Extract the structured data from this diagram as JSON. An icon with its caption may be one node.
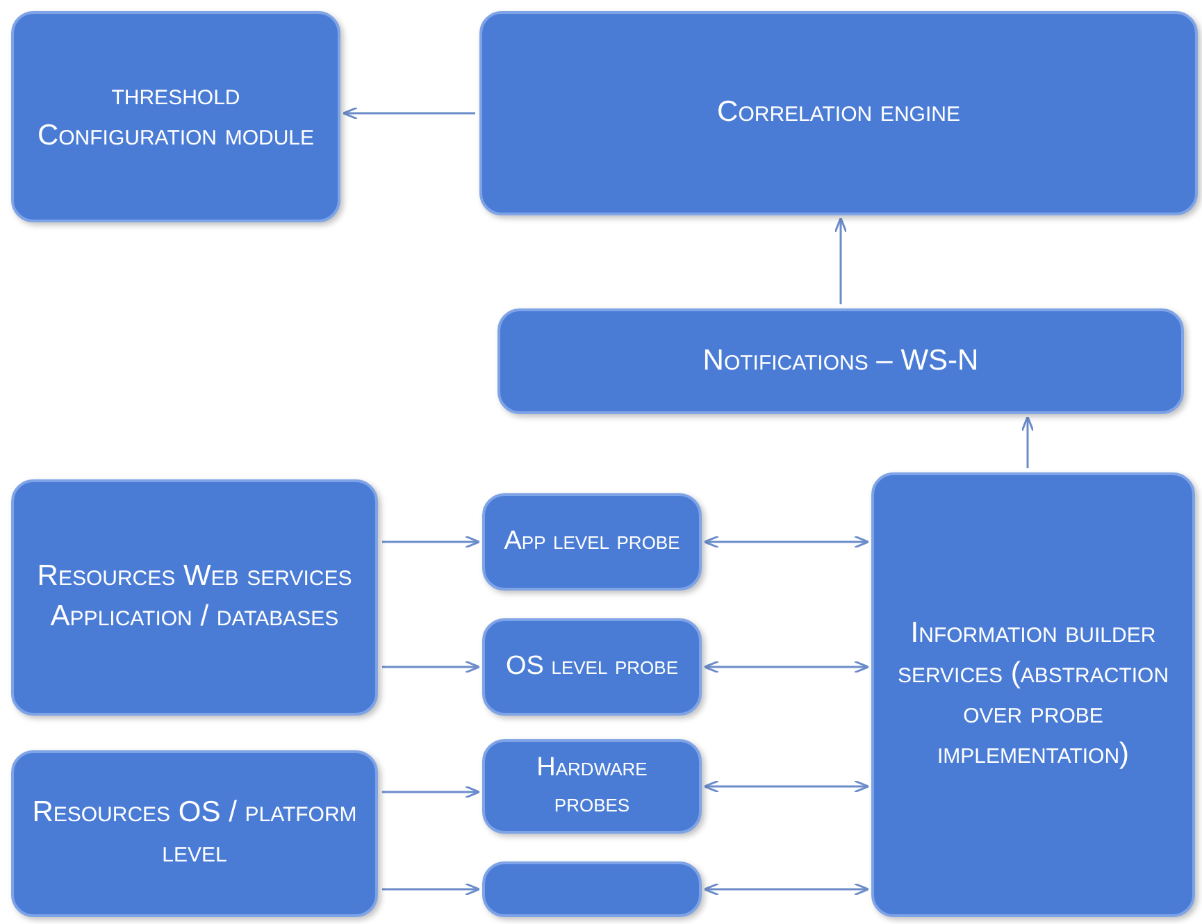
{
  "diagram": {
    "nodes": [
      {
        "text": [
          "threshold Configuration module"
        ]
      },
      {
        "text": [
          "Correlation engine"
        ]
      },
      {
        "text": [
          "Notifications – WS-N"
        ]
      },
      {
        "text": [
          "Resources Web services Application / databases"
        ]
      },
      {
        "text": [
          "Resources OS / platform level"
        ]
      },
      {
        "text": [
          "App level probe"
        ]
      },
      {
        "text": [
          "OS level probe"
        ]
      },
      {
        "text": [
          "Hardware probes"
        ]
      },
      {
        "text": [],
        "shape": "box"
      },
      {
        "text": [
          "Information builder services (abstraction over probe implementation)"
        ]
      }
    ],
    "edges": [
      {
        "from": 1,
        "to": 0,
        "arrow": "to"
      },
      {
        "from": 2,
        "to": 1,
        "arrow": "to"
      },
      {
        "from": 9,
        "to": 2,
        "arrow": "to"
      },
      {
        "from": 3,
        "to": 5,
        "arrow": "to"
      },
      {
        "from": 3,
        "to": 6,
        "arrow": "to"
      },
      {
        "from": 4,
        "to": 7,
        "arrow": "to"
      },
      {
        "from": 4,
        "to": 8,
        "arrow": "to"
      },
      {
        "from": 5,
        "to": 9,
        "arrow": "both"
      },
      {
        "from": 6,
        "to": 9,
        "arrow": "both"
      },
      {
        "from": 7,
        "to": 9,
        "arrow": "both"
      },
      {
        "from": 8,
        "to": 9,
        "arrow": "both"
      }
    ]
  }
}
